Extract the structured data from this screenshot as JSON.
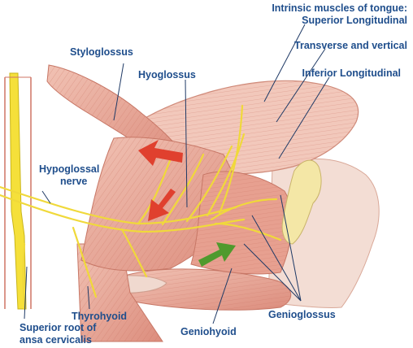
{
  "labels": {
    "intrinsic_header": "Intrinsic muscles of tongue:",
    "superior_longitudinal": "Superior Longitudinal",
    "transverse_vertical": "Transverse and vertical",
    "inferior_longitudinal": "Inferior Longitudinal",
    "styloglossus": "Styloglossus",
    "hyoglossus": "Hyoglossus",
    "hypoglossal_1": "Hypoglossal",
    "hypoglossal_2": "nerve",
    "thyrohyoid": "Thyrohyoid",
    "superior_root_1": "Superior root of",
    "superior_root_2": "ansa cervicalis",
    "geniohyoid": "Geniohyoid",
    "genioglossus": "Genioglossus"
  },
  "colors": {
    "label_text": "#1f4e8c",
    "leader_line": "#1f3a66",
    "muscle_fill": "#e8a597",
    "muscle_dark": "#cf7565",
    "muscle_light": "#f3cabd",
    "nerve": "#f5e03a",
    "nerve_edge": "#c9b51a",
    "bone": "#f4e7a6",
    "red_arrow": "#e0402e",
    "green_arrow": "#4f9a2d"
  }
}
